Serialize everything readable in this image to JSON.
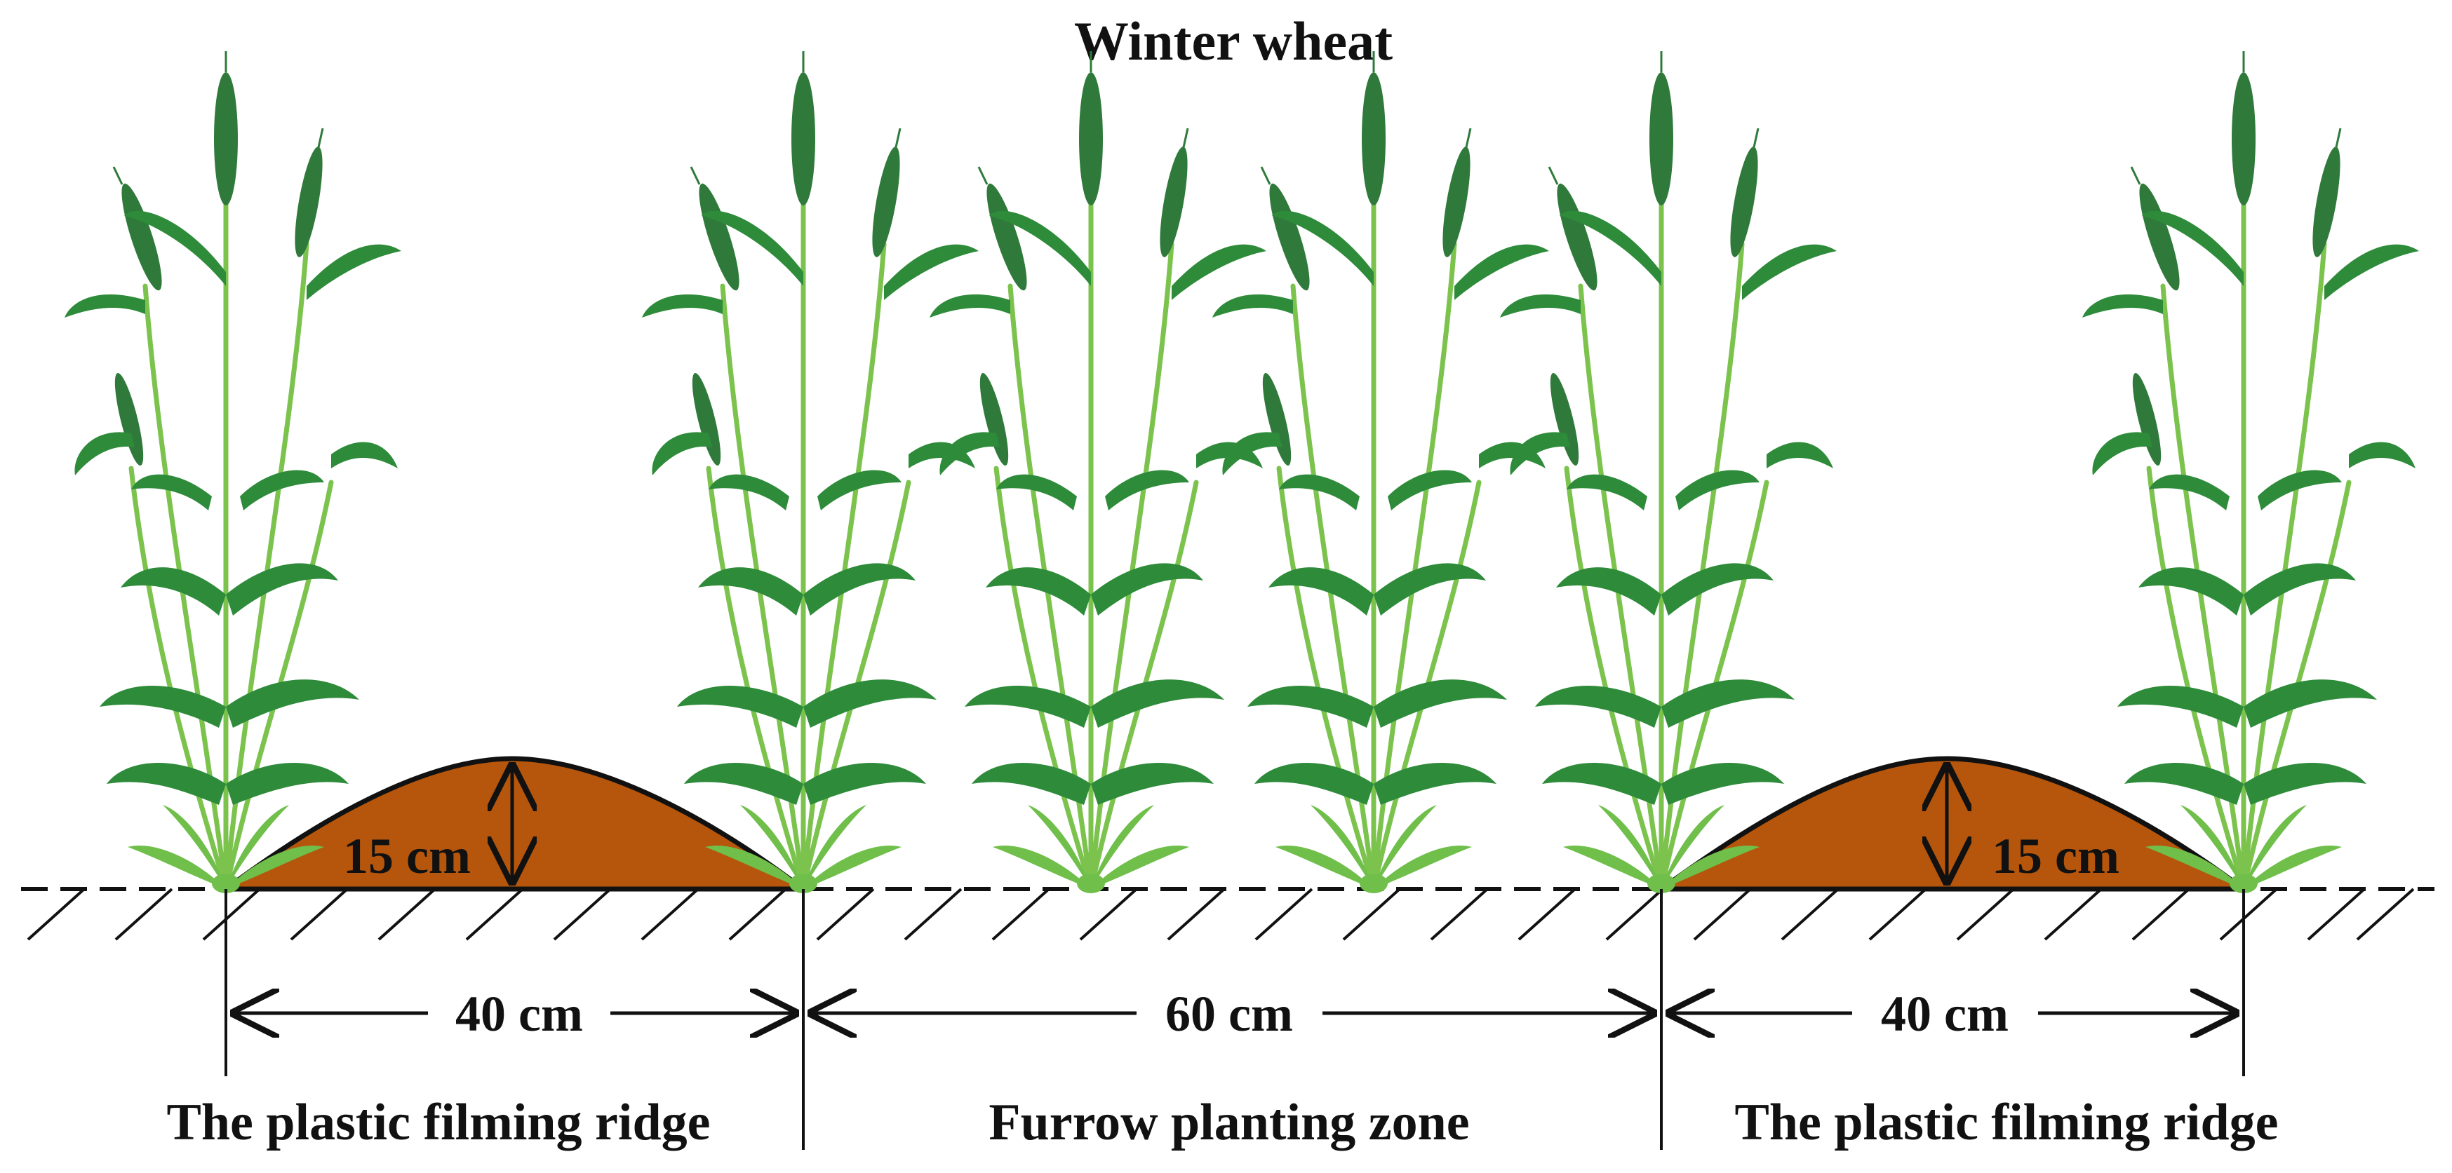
{
  "title": "Winter wheat",
  "ridge_height_left": "15 cm",
  "ridge_height_right": "15 cm",
  "width_left": "40 cm",
  "width_middle": "60 cm",
  "width_right": "40 cm",
  "zone_left": "The plastic filming ridge",
  "zone_middle": "Furrow planting zone",
  "zone_right": "The plastic filming ridge",
  "colors": {
    "ridge": "#B5560C",
    "leaf_dark": "#2E8B3A",
    "leaf_light": "#6FBF4A",
    "stem": "#7CC34E",
    "ear": "#2F7A3B",
    "line": "#111111"
  },
  "icons": [
    "wheat-plant-icon",
    "soil-hatch",
    "ridge-mound"
  ]
}
